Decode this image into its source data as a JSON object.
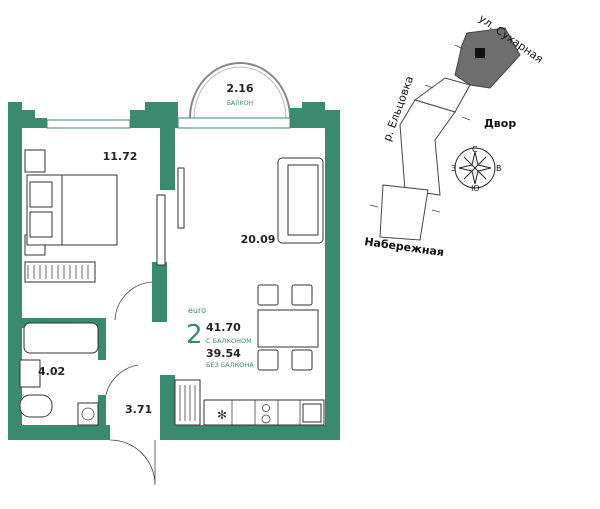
{
  "plan": {
    "rooms": {
      "balcony_area": "2.16",
      "balcony_label": "БАЛКОН",
      "bedroom_area": "11.72",
      "living_area": "20.09",
      "bathroom_area": "4.02",
      "hall_area": "3.71"
    },
    "summary": {
      "type": "euro",
      "rooms_count": "2",
      "total_with_balcony": "41.70",
      "with_balcony_label": "С БАЛКОНОМ",
      "total_without_balcony": "39.54",
      "without_balcony_label": "БЕЗ БАЛКОНА"
    },
    "wall_color": "#3a8a70"
  },
  "site_plan": {
    "street_top": "ул. Сухарная",
    "river": "р. Ельцовка",
    "yard": "Двор",
    "embankment": "Набережная",
    "compass": {
      "north": "С",
      "east": "В",
      "south": "Ю",
      "west": "З"
    }
  }
}
